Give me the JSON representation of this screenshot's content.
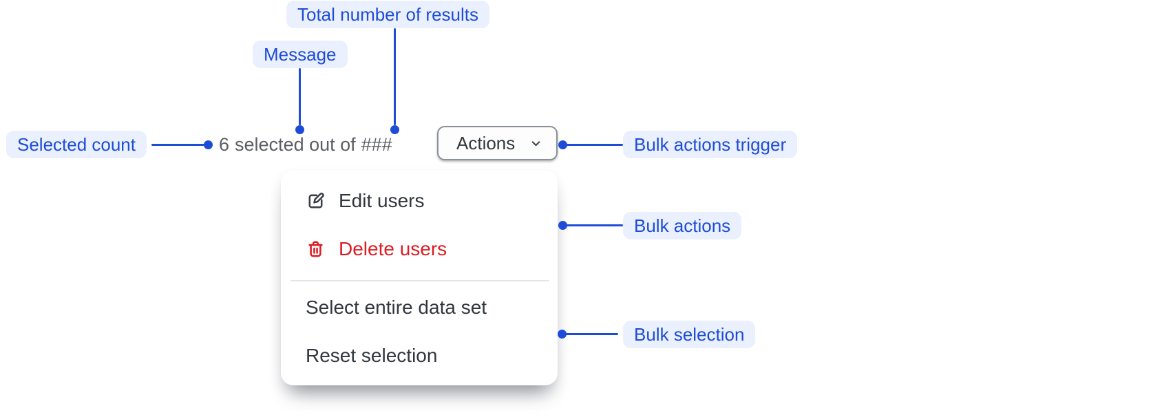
{
  "colors": {
    "annotation_blue": "#1D4CD7",
    "annotation_bg": "#EAF0FD",
    "muted_text": "#5B5E63",
    "menu_text": "#32373E",
    "danger_red": "#DE1B22",
    "button_border": "#8A9098",
    "divider": "#E5E6E8"
  },
  "annotations": {
    "total_results": "Total number of results",
    "message": "Message",
    "selected_count": "Selected count",
    "bulk_actions_trigger": "Bulk actions trigger",
    "bulk_actions": "Bulk actions",
    "bulk_selection": "Bulk selection"
  },
  "selection_bar": {
    "selected_count": "6",
    "message": "selected out of",
    "total_placeholder": "###",
    "actions_button": {
      "label": "Actions",
      "icon": "chevron-down-icon"
    }
  },
  "menu": {
    "items": [
      {
        "label": "Edit users",
        "icon": "edit-icon",
        "danger": false
      },
      {
        "label": "Delete users",
        "icon": "trash-icon",
        "danger": true
      },
      {
        "label": "Select entire data set"
      },
      {
        "label": "Reset selection"
      }
    ]
  }
}
